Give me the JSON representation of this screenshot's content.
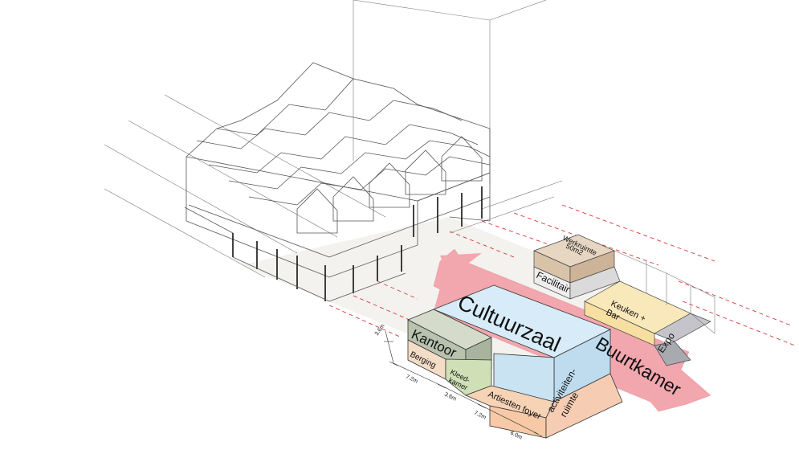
{
  "colors": {
    "arrow": "#f2a6ad",
    "cultuurzaal_top": "#d7ecf8",
    "cultuurzaal_side": "#c5e2f3",
    "kantoor": "#b8c2ae",
    "berging": "#f4dcc6",
    "kleedkamer": "#cfe0b6",
    "artiesten": "#f7d3b6",
    "activiteiten": "#f6cdb3",
    "werkruimte": "#d9c3a8",
    "facilitair": "#e5e5e5",
    "keuken": "#f9e8b9",
    "expo": "#a9a9b0",
    "grid_dash": "#d23a3a"
  },
  "labels": {
    "cultuurzaal": "Cultuurzaal",
    "buurtkamer": "Buurtkamer",
    "kantoor": "Kantoor",
    "berging": "Berging",
    "kleedkamer_1": "Kleed-",
    "kleedkamer_2": "kamer",
    "artiesten_foyer": "Artiesten foyer",
    "activiteiten_1": "activiteiten-",
    "activiteiten_2": "ruimte",
    "werkruimte_1": "Werkruimte",
    "werkruimte_2": "50m2",
    "facilitair": "Facilitair",
    "keuken_1": "Keuken +",
    "keuken_2": "Bar",
    "expo": "Expo"
  },
  "dimensions": [
    "3.6m",
    "7.2m",
    "3.6m",
    "7.2m",
    "6.0m"
  ]
}
